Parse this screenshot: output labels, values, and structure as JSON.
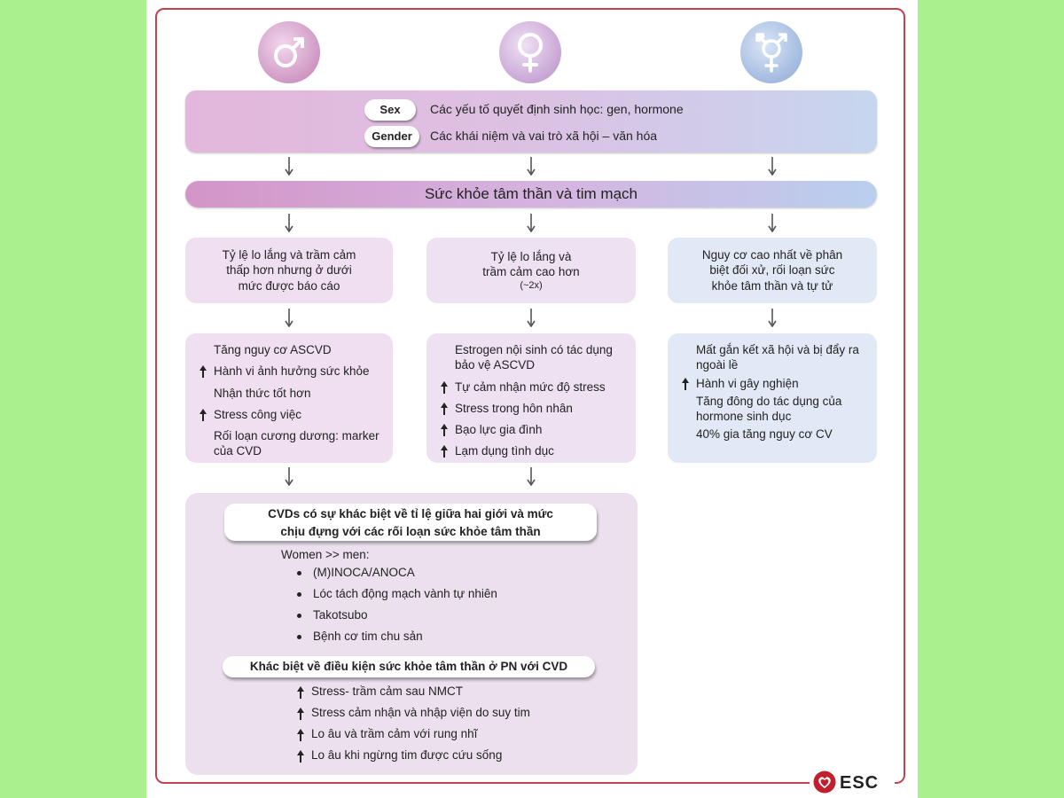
{
  "header": {
    "symbols": [
      {
        "icon": "male-symbol-icon",
        "color": "#d6a5cc"
      },
      {
        "icon": "female-symbol-icon",
        "color": "#d1b2dc"
      },
      {
        "icon": "transgender-symbol-icon",
        "color": "#aec3e4"
      }
    ]
  },
  "definitions": {
    "sex_label": "Sex",
    "sex_text": "Các yếu tố quyết định sinh học: gen, hormone",
    "gender_label": "Gender",
    "gender_text": "Các khái niệm và vai trò xã hội – văn hóa"
  },
  "main_band": "Sức khỏe tâm thần và tim mạch",
  "prevalence": {
    "men": [
      "Tỷ lệ lo lắng và trầm cảm",
      "thấp hơn nhưng ở dưới",
      "mức được báo cáo"
    ],
    "women": [
      "Tỷ lệ lo lắng và",
      "trầm cảm cao hơn",
      "(~2x)"
    ],
    "transgender": [
      "Nguy cơ cao nhất về phân",
      "biệt đối xử, rối loạn sức",
      "khỏe tâm thần và tự tử"
    ]
  },
  "factors": {
    "men": [
      {
        "arrow": false,
        "text": "Tăng nguy cơ ASCVD"
      },
      {
        "arrow": true,
        "text": "Hành vi ảnh hưởng sức khỏe"
      },
      {
        "arrow": false,
        "text": "Nhận thức tốt hơn"
      },
      {
        "arrow": true,
        "text": "Stress công việc"
      },
      {
        "arrow": false,
        "text": "Rối loạn cương dương: marker của CVD"
      }
    ],
    "women": [
      {
        "arrow": false,
        "text": "Estrogen nội sinh có tác dụng bảo vệ ASCVD"
      },
      {
        "arrow": true,
        "text": "Tự cảm nhận mức độ stress"
      },
      {
        "arrow": true,
        "text": "Stress trong hôn nhân"
      },
      {
        "arrow": true,
        "text": "Bạo lực gia đình"
      },
      {
        "arrow": true,
        "text": "Lạm dụng tình dục"
      }
    ],
    "transgender": [
      {
        "arrow": false,
        "text": "Mất gắn kết xã hội và bị đẩy ra ngoài lề"
      },
      {
        "arrow": true,
        "text": "Hành vi gây nghiện"
      },
      {
        "arrow": false,
        "text": "Tăng đông do tác dụng của hormone sinh dục"
      },
      {
        "arrow": false,
        "text": "40% gia tăng nguy cơ CV"
      }
    ]
  },
  "cvd": {
    "title_line1": "CVDs có sự khác biệt về tỉ lệ giữa hai giới và mức",
    "title_line2": "chịu đựng  với các rối loạn sức khỏe tâm thần",
    "intro": "Women >> men:",
    "items": [
      "(M)INOCA/ANOCA",
      "Lóc tách động mạch vành tự nhiên",
      "Takotsubo",
      "Bệnh cơ tim chu sản"
    ],
    "subtitle": "Khác biệt về điều kiện sức khỏe tâm thần ở PN với  CVD",
    "differences": [
      "Stress- trầm cảm sau NMCT",
      "Stress cảm nhận và nhập viện do suy tim",
      "Lo âu và trầm cảm với rung nhĩ",
      "Lo âu khi ngừng tim được cứu sống"
    ]
  },
  "logo": {
    "text": "ESC",
    "icon": "heart-logo-icon",
    "color": "#c0202e"
  }
}
